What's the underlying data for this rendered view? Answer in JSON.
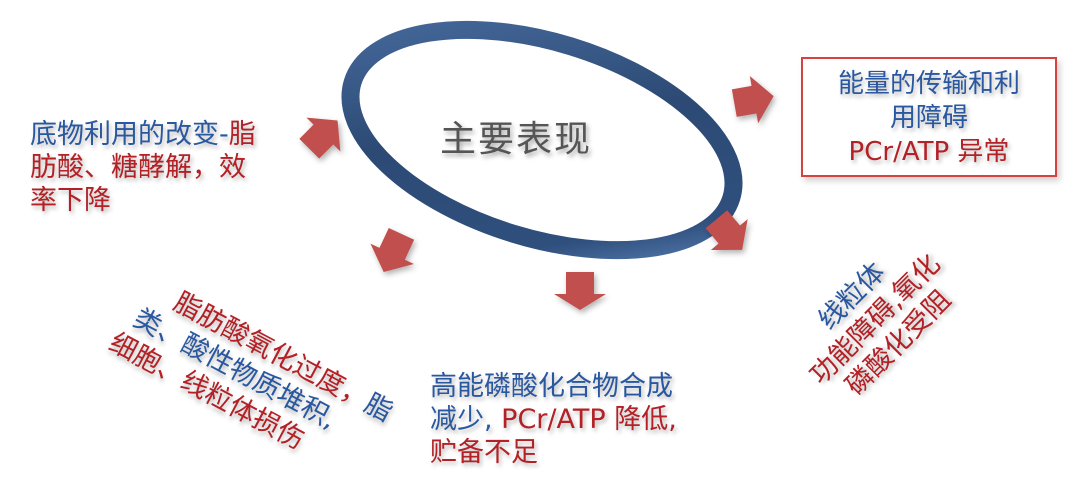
{
  "center": {
    "title": "主要表现"
  },
  "colors": {
    "ring_dark": "#2c4a74",
    "ring_light": "#5a84bd",
    "arrow": "#c0504d",
    "text_blue": "#2a58a0",
    "text_red": "#b32025",
    "box_border": "#d6423e",
    "center_text": "#555555"
  },
  "nodes": {
    "substrate": {
      "blue_part": "底物利用的改变-",
      "red_part_1": "脂",
      "red_line_2": "肪酸、糖酵解，效",
      "red_line_3": "率下降"
    },
    "energy_box": {
      "line_1": "能量的传输和利",
      "line_2": "用障碍",
      "line_3": "PCr/ATP 异常"
    },
    "fatty_acid": {
      "line_1": "脂肪酸氧化过度，",
      "line_1_blue_tail": "脂",
      "line_2": "类、酸性物质堆积,",
      "line_3": "细胞、线粒体损伤"
    },
    "high_energy": {
      "line_1": "高能磷酸化合物合成",
      "line_2_blue": "减少, ",
      "line_2_red": "PCr/ATP 降低,",
      "line_3": "贮备不足"
    },
    "mitochondria": {
      "line_1": "线粒体",
      "line_2": "功能障碍,氧化",
      "line_3": "磷酸化受阻"
    }
  },
  "arrows": [
    {
      "name": "arrow-upper-left",
      "direction": "down-left"
    },
    {
      "name": "arrow-left-lower",
      "direction": "down-left"
    },
    {
      "name": "arrow-bottom",
      "direction": "down"
    },
    {
      "name": "arrow-lower-right",
      "direction": "down-right"
    },
    {
      "name": "arrow-upper-right",
      "direction": "right"
    }
  ]
}
